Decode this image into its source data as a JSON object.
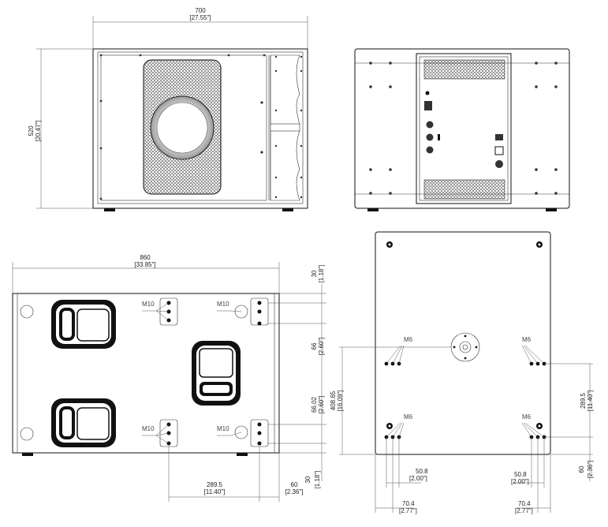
{
  "front": {
    "width_mm": "700",
    "width_in": "[27.55\"]",
    "height_mm": "520",
    "height_in": "[20.47\"]"
  },
  "top": {
    "width_mm": "860",
    "width_in": "[33.85\"]",
    "m10": "M10",
    "d30a_mm": "30",
    "d30a_in": "[1.18\"]",
    "d66_mm": "66",
    "d66_in": "[2.60\"]",
    "d6602_mm": "66.02",
    "d6602_in": "[2.60\"]",
    "d30b_mm": "30",
    "d30b_in": "[1.18\"]",
    "d289_mm": "289.5",
    "d289_in": "[11.40\"]",
    "d60_mm": "60",
    "d60_in": "[2.36\"]"
  },
  "bottom": {
    "m6": "M6",
    "d40865_mm": "408.65",
    "d40865_in": "[16.09\"]",
    "d2895_mm": "289.5",
    "d2895_in": "[11.40\"]",
    "d60_mm": "60",
    "d60_in": "[2.36\"]",
    "d508_mm": "50.8",
    "d508_in": "[2.00\"]",
    "d704_mm": "70.4",
    "d704_in": "[2.77\"]"
  }
}
